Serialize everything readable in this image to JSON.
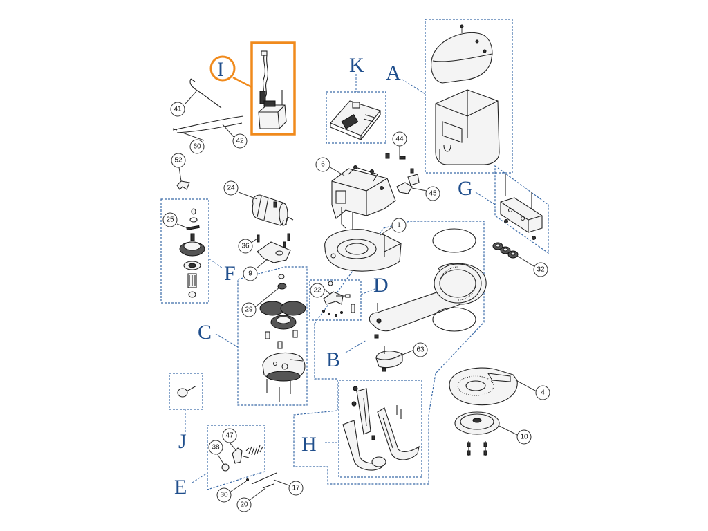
{
  "diagram": {
    "colors": {
      "group_label": "#1f4e8c",
      "dashed_box": "#3a6aa8",
      "highlight": "#f08a1c",
      "line": "#222222"
    },
    "group_labels": [
      "A",
      "B",
      "C",
      "D",
      "E",
      "F",
      "G",
      "H",
      "I",
      "J",
      "K"
    ],
    "part_numbers": [
      "1",
      "4",
      "6",
      "9",
      "10",
      "17",
      "20",
      "22",
      "24",
      "25",
      "29",
      "30",
      "32",
      "36",
      "38",
      "41",
      "42",
      "44",
      "45",
      "47",
      "52",
      "60",
      "63"
    ]
  }
}
